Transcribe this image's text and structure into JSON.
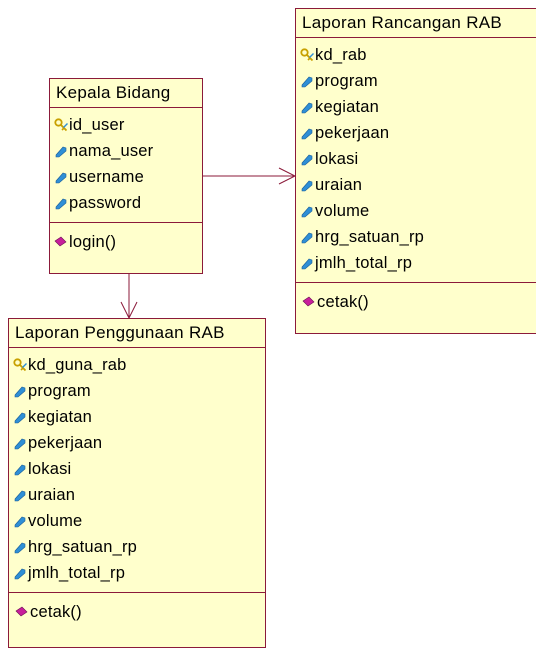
{
  "colors": {
    "class_fill": "#ffffcc",
    "border": "#8b1a3a",
    "attr_icon": "#2f8fd6",
    "key_icon": "#c8a000",
    "op_icon": "#c81e9b"
  },
  "kepala": {
    "title": "Kepala Bidang",
    "attributes": [
      {
        "name": "id_user",
        "icon": "key-attribute-icon"
      },
      {
        "name": "nama_user",
        "icon": "attribute-icon"
      },
      {
        "name": "username",
        "icon": "attribute-icon"
      },
      {
        "name": "password",
        "icon": "attribute-icon"
      }
    ],
    "operations": [
      {
        "name": "login()",
        "icon": "operation-icon"
      }
    ]
  },
  "rancangan": {
    "title": "Laporan Rancangan RAB",
    "attributes": [
      {
        "name": "kd_rab",
        "icon": "key-attribute-icon"
      },
      {
        "name": "program",
        "icon": "attribute-icon"
      },
      {
        "name": "kegiatan",
        "icon": "attribute-icon"
      },
      {
        "name": "pekerjaan",
        "icon": "attribute-icon"
      },
      {
        "name": "lokasi",
        "icon": "attribute-icon"
      },
      {
        "name": "uraian",
        "icon": "attribute-icon"
      },
      {
        "name": "volume",
        "icon": "attribute-icon"
      },
      {
        "name": "hrg_satuan_rp",
        "icon": "attribute-icon"
      },
      {
        "name": "jmlh_total_rp",
        "icon": "attribute-icon"
      }
    ],
    "operations": [
      {
        "name": "cetak()",
        "icon": "operation-icon"
      }
    ]
  },
  "penggunaan": {
    "title": "Laporan Penggunaan RAB",
    "attributes": [
      {
        "name": "kd_guna_rab",
        "icon": "key-attribute-icon"
      },
      {
        "name": "program",
        "icon": "attribute-icon"
      },
      {
        "name": "kegiatan",
        "icon": "attribute-icon"
      },
      {
        "name": "pekerjaan",
        "icon": "attribute-icon"
      },
      {
        "name": "lokasi",
        "icon": "attribute-icon"
      },
      {
        "name": "uraian",
        "icon": "attribute-icon"
      },
      {
        "name": "volume",
        "icon": "attribute-icon"
      },
      {
        "name": "hrg_satuan_rp",
        "icon": "attribute-icon"
      },
      {
        "name": "jmlh_total_rp",
        "icon": "attribute-icon"
      }
    ],
    "operations": [
      {
        "name": "cetak()",
        "icon": "operation-icon"
      }
    ]
  }
}
